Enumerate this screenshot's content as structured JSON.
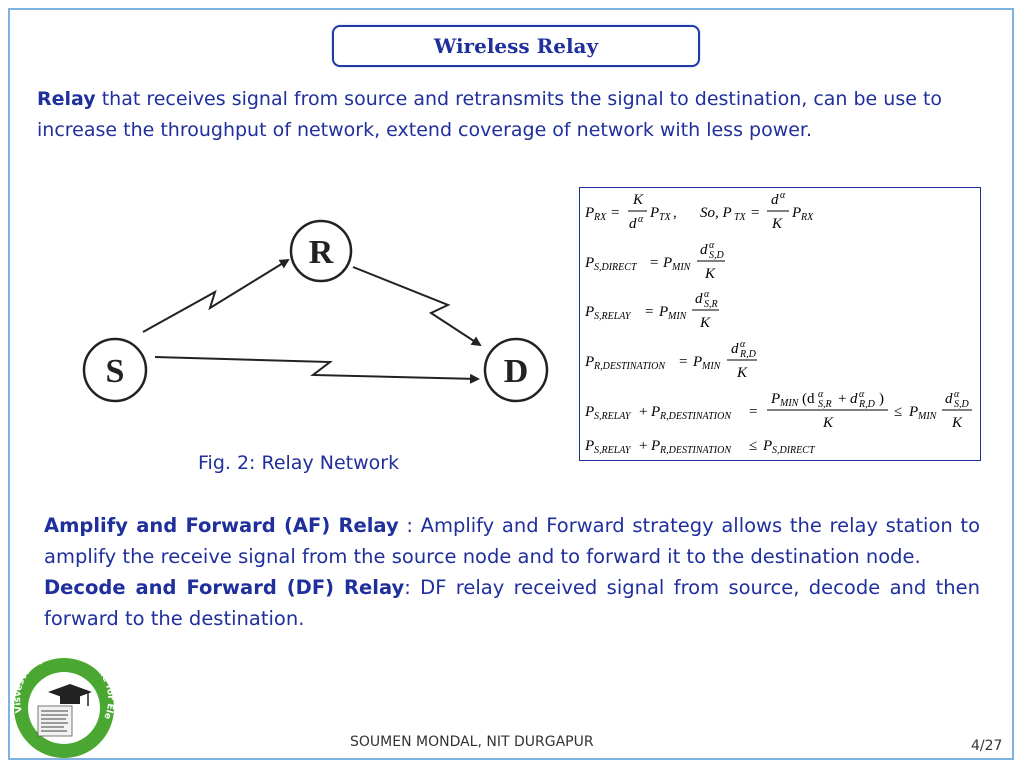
{
  "slide": {
    "title": "Wireless Relay",
    "intro": {
      "bold": "Relay",
      "rest": " that receives signal from source and retransmits the signal to destination, can be use to increase the throughput of network, extend coverage of network with less power."
    },
    "diagram": {
      "nodes": {
        "r": "R",
        "s": "S",
        "d": "D"
      }
    },
    "caption": "Fig. 2: Relay Network",
    "equations": {
      "eq1": "P_RX = K/d^α P_TX , So, P_TX = d^α/K P_RX",
      "eq2": "P_S,DIRECT = P_MIN d^α_S,D / K",
      "eq3": "P_S,RELAY = P_MIN d^α_S,R / K",
      "eq4": "P_R,DESTINATION = P_MIN d^α_R,D / K",
      "eq5": "P_S,RELAY + P_R,DESTINATION = P_MIN (d^α_S,R + d^α_R,D) / K ≤ P_MIN d^α_S,D / K",
      "eq6": "P_S,RELAY + P_R,DESTINATION ≤ P_S,DIRECT"
    },
    "af": {
      "bold": "Amplify and Forward (AF) Relay",
      "rest": " : Amplify and Forward strategy allows the relay station to amplify the receive signal from the source node and to forward it to the destination node."
    },
    "df": {
      "bold": "Decode and Forward (DF) Relay",
      "rest": ": DF relay received signal from source, decode and then forward to the destination."
    },
    "logo_text": "Visvesvaraya PhD Scheme for Electronics and IT",
    "footer": "SOUMEN MONDAL, NIT DURGAPUR",
    "page": "4/27"
  },
  "colors": {
    "text": "#1f2f9c",
    "frame": "#7fb2e0",
    "title_border": "#1f3aa0",
    "logo_green": "#4aa832"
  }
}
